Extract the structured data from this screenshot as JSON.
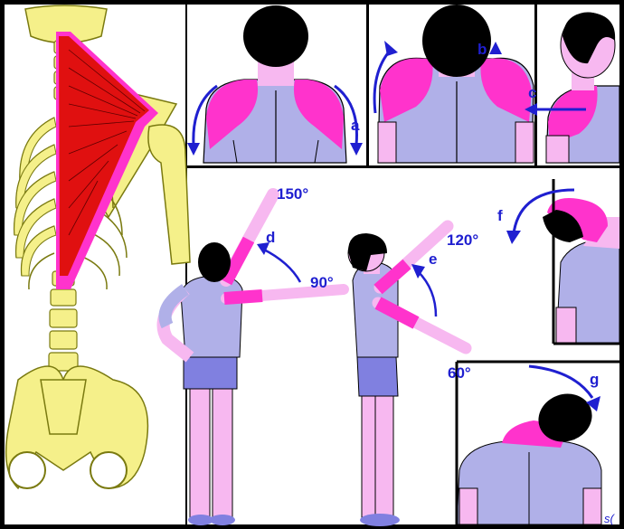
{
  "colors": {
    "background": "#000000",
    "panel": "#ffffff",
    "bone": "#f5f08a",
    "bone_outline": "#7a7a10",
    "muscle": "#e01010",
    "muscle_highlight": "#ff33cc",
    "skin": "#f7b8f0",
    "shirt": "#b0b0e8",
    "shorts": "#8080e0",
    "hair": "#000000",
    "arrow": "#1f1fd0"
  },
  "labels": {
    "a": "a",
    "b": "b",
    "c": "c",
    "d": "d",
    "e": "e",
    "f": "f",
    "g": "g"
  },
  "angles": {
    "abduction_high": "150°",
    "abduction_mid": "90°",
    "flexion_high": "120°",
    "flexion_low": "60°"
  },
  "signature": "s("
}
